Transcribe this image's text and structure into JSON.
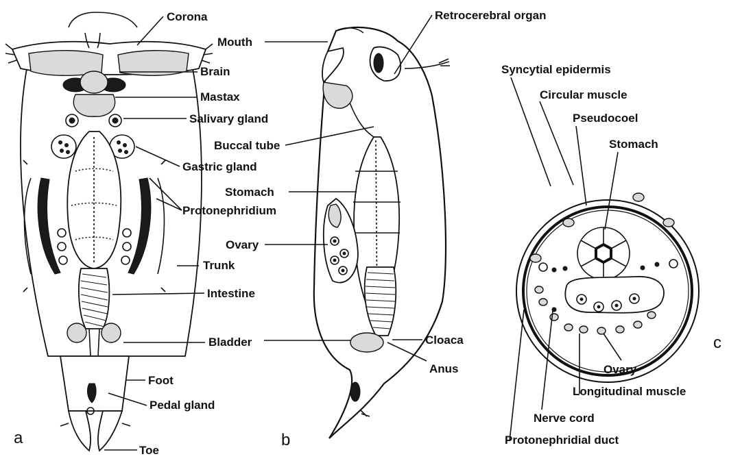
{
  "panels": {
    "a": "a",
    "b": "b",
    "c": "c"
  },
  "labels_a": {
    "corona": "Corona",
    "brain": "Brain",
    "mastax": "Mastax",
    "salivary_gland": "Salivary gland",
    "gastric_gland": "Gastric gland",
    "protonephridium": "Protonephridium",
    "trunk": "Trunk",
    "intestine": "Intestine",
    "bladder": "Bladder",
    "foot": "Foot",
    "pedal_gland": "Pedal gland",
    "toe": "Toe"
  },
  "labels_b": {
    "mouth": "Mouth",
    "retrocerebral_organ": "Retrocerebral organ",
    "buccal_tube": "Buccal tube",
    "stomach": "Stomach",
    "ovary": "Ovary",
    "cloaca": "Cloaca",
    "anus": "Anus"
  },
  "labels_c": {
    "syncytial_epidermis": "Syncytial epidermis",
    "circular_muscle": "Circular muscle",
    "pseudocoel": "Pseudocoel",
    "stomach": "Stomach",
    "ovary": "Ovary",
    "longitudinal_muscle": "Longitudinal muscle",
    "nerve_cord": "Nerve cord",
    "protonephridial_duct": "Protonephridial duct"
  }
}
